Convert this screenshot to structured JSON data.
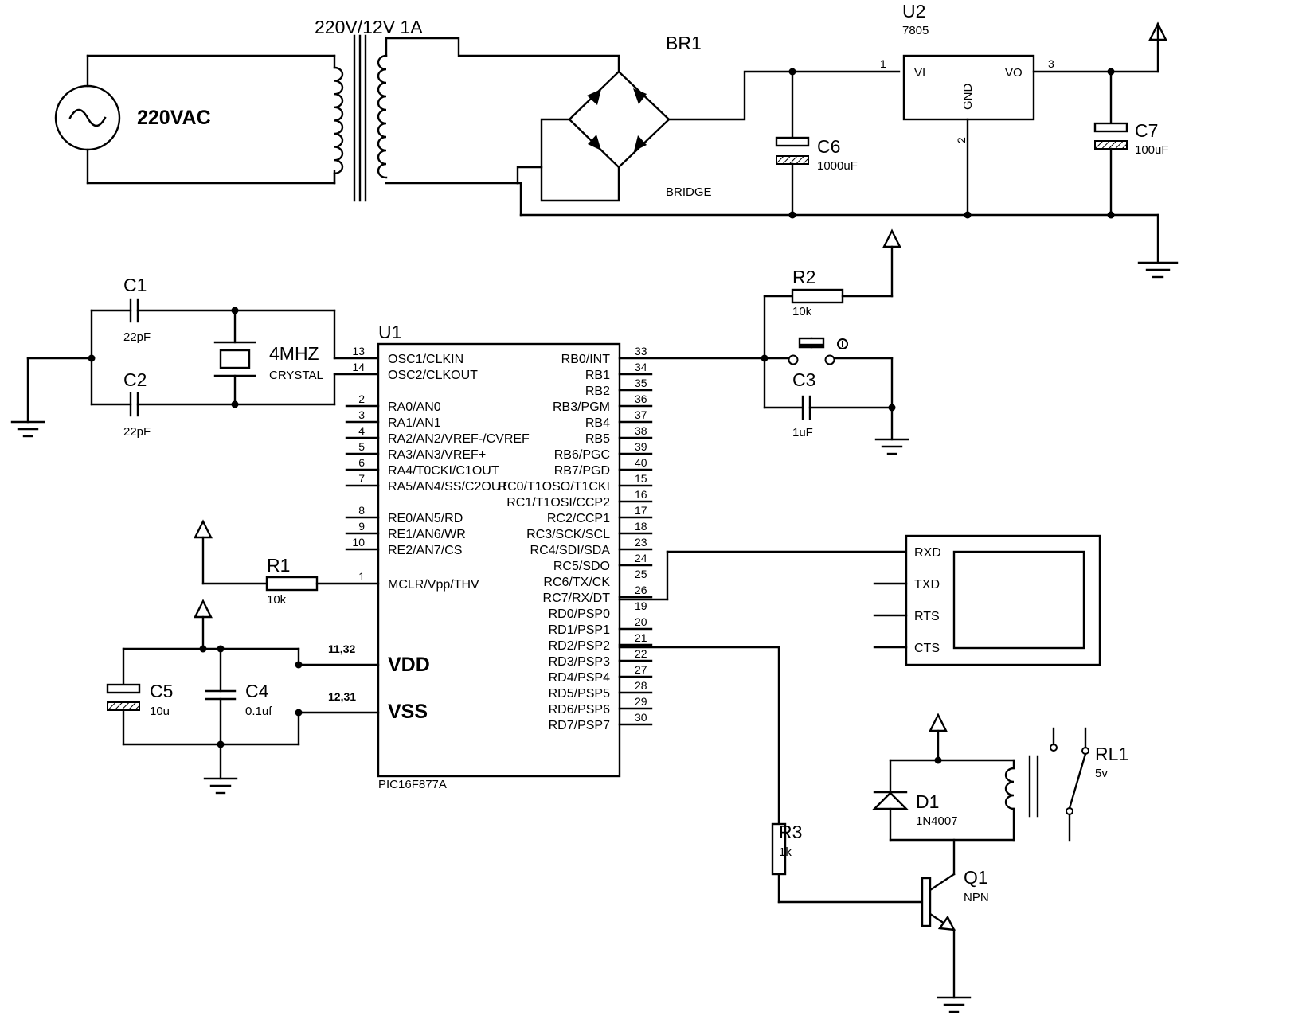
{
  "transformer": {
    "label": "220V/12V 1A"
  },
  "source": {
    "label": "220VAC"
  },
  "bridge": {
    "ref": "BR1",
    "value": "BRIDGE"
  },
  "regulator": {
    "ref": "U2",
    "value": "7805",
    "pin_vi": "VI",
    "pin_vo": "VO",
    "pin_gnd": "GND",
    "pin_vi_num": "1",
    "pin_vo_num": "3",
    "pin_gnd_num": "2"
  },
  "c6": {
    "ref": "C6",
    "value": "1000uF"
  },
  "c7": {
    "ref": "C7",
    "value": "100uF"
  },
  "c1": {
    "ref": "C1",
    "value": "22pF"
  },
  "c2": {
    "ref": "C2",
    "value": "22pF"
  },
  "crystal": {
    "ref": "4MHZ",
    "value": "CRYSTAL"
  },
  "r2": {
    "ref": "R2",
    "value": "10k"
  },
  "c3": {
    "ref": "C3",
    "value": "1uF"
  },
  "r1": {
    "ref": "R1",
    "value": "10k"
  },
  "c5": {
    "ref": "C5",
    "value": "10u"
  },
  "c4": {
    "ref": "C4",
    "value": "0.1uf"
  },
  "r3": {
    "ref": "R3",
    "value": "1k"
  },
  "d1": {
    "ref": "D1",
    "value": "1N4007"
  },
  "q1": {
    "ref": "Q1",
    "value": "NPN"
  },
  "relay": {
    "ref": "RL1",
    "value": "5v"
  },
  "mcu": {
    "ref": "U1",
    "part": "PIC16F877A",
    "vdd_label": "VDD",
    "vss_label": "VSS",
    "vdd_pins": "11,32",
    "vss_pins": "12,31",
    "left_pins": [
      {
        "num": "13",
        "name": "OSC1/CLKIN"
      },
      {
        "num": "14",
        "name": "OSC2/CLKOUT"
      },
      {
        "num": "2",
        "name": "RA0/AN0"
      },
      {
        "num": "3",
        "name": "RA1/AN1"
      },
      {
        "num": "4",
        "name": "RA2/AN2/VREF-/CVREF"
      },
      {
        "num": "5",
        "name": "RA3/AN3/VREF+"
      },
      {
        "num": "6",
        "name": "RA4/T0CKI/C1OUT"
      },
      {
        "num": "7",
        "name": "RA5/AN4/SS/C2OUT"
      },
      {
        "num": "8",
        "name": "RE0/AN5/RD"
      },
      {
        "num": "9",
        "name": "RE1/AN6/WR"
      },
      {
        "num": "10",
        "name": "RE2/AN7/CS"
      },
      {
        "num": "1",
        "name": "MCLR/Vpp/THV"
      }
    ],
    "right_pins": [
      {
        "num": "33",
        "name": "RB0/INT"
      },
      {
        "num": "34",
        "name": "RB1"
      },
      {
        "num": "35",
        "name": "RB2"
      },
      {
        "num": "36",
        "name": "RB3/PGM"
      },
      {
        "num": "37",
        "name": "RB4"
      },
      {
        "num": "38",
        "name": "RB5"
      },
      {
        "num": "39",
        "name": "RB6/PGC"
      },
      {
        "num": "40",
        "name": "RB7/PGD"
      },
      {
        "num": "15",
        "name": "RC0/T1OSO/T1CKI"
      },
      {
        "num": "16",
        "name": "RC1/T1OSI/CCP2"
      },
      {
        "num": "17",
        "name": "RC2/CCP1"
      },
      {
        "num": "18",
        "name": "RC3/SCK/SCL"
      },
      {
        "num": "23",
        "name": "RC4/SDI/SDA"
      },
      {
        "num": "24",
        "name": "RC5/SDO"
      },
      {
        "num": "25",
        "name": "RC6/TX/CK"
      },
      {
        "num": "26",
        "name": "RC7/RX/DT"
      },
      {
        "num": "19",
        "name": "RD0/PSP0"
      },
      {
        "num": "20",
        "name": "RD1/PSP1"
      },
      {
        "num": "21",
        "name": "RD2/PSP2"
      },
      {
        "num": "22",
        "name": "RD3/PSP3"
      },
      {
        "num": "27",
        "name": "RD4/PSP4"
      },
      {
        "num": "28",
        "name": "RD5/PSP5"
      },
      {
        "num": "29",
        "name": "RD6/PSP6"
      },
      {
        "num": "30",
        "name": "RD7/PSP7"
      }
    ]
  },
  "terminal": {
    "pins": [
      "RXD",
      "TXD",
      "RTS",
      "CTS"
    ]
  }
}
